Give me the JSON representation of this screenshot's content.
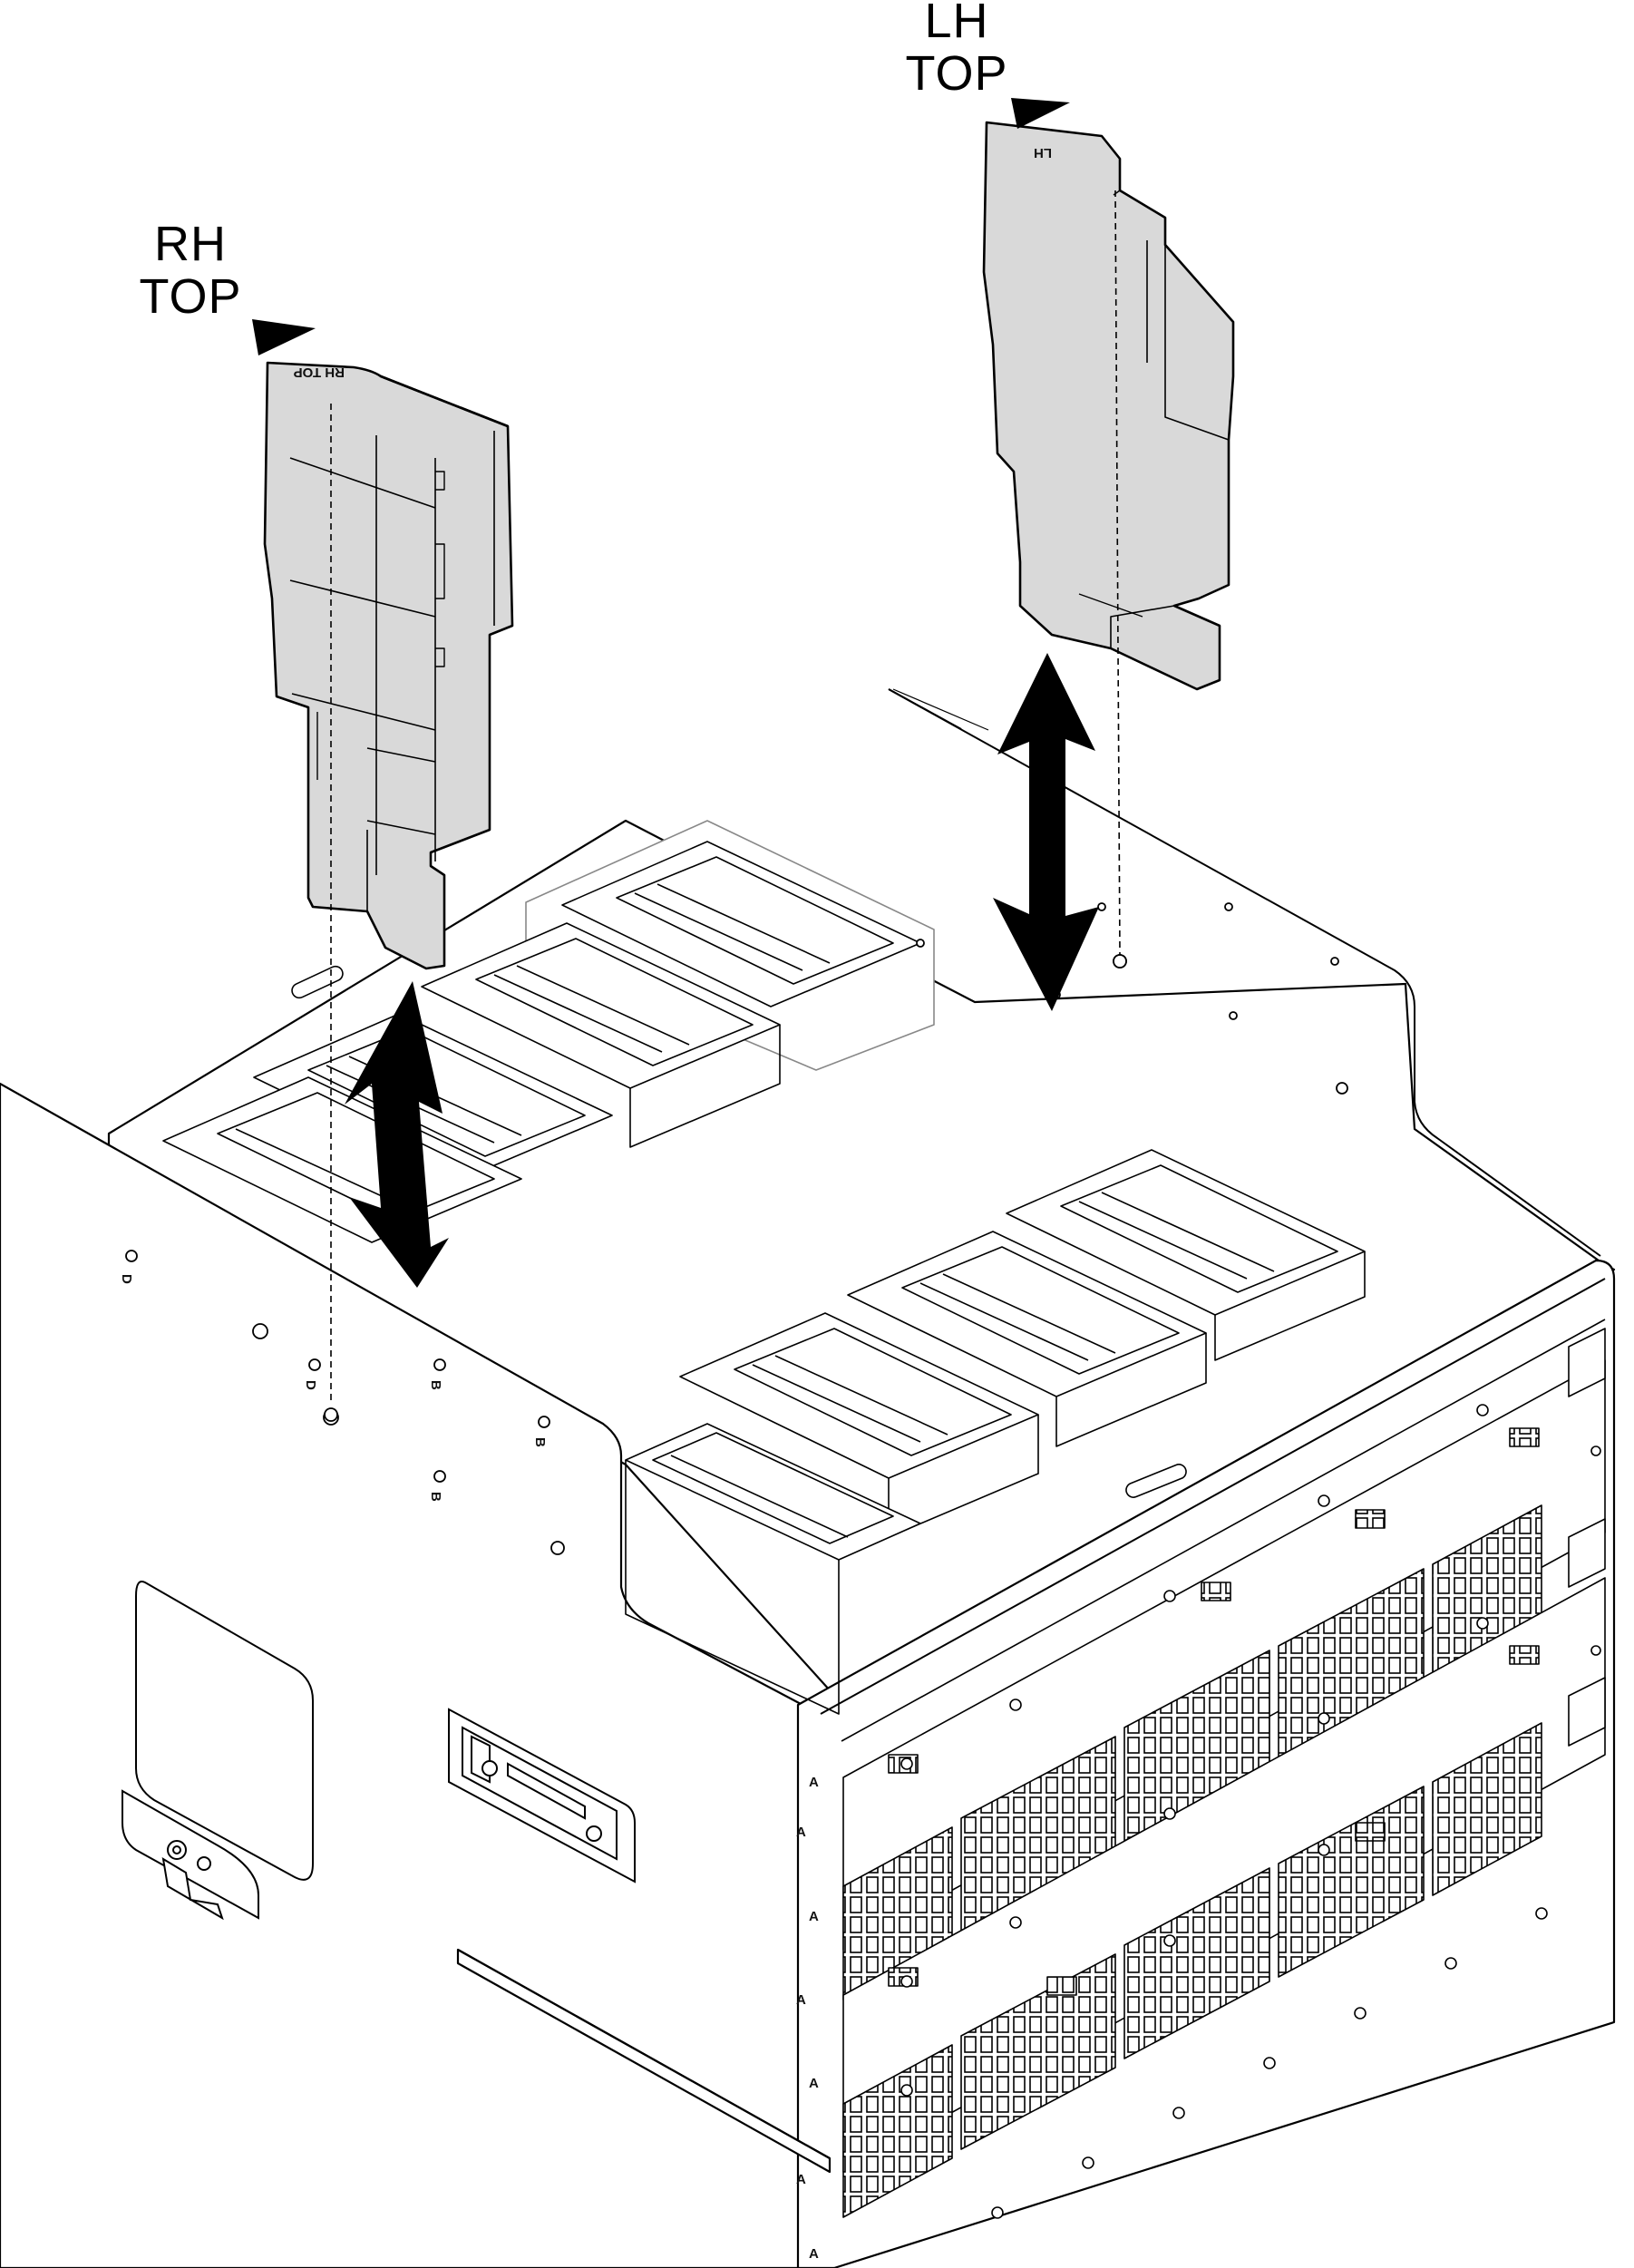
{
  "labels": {
    "rh_top": {
      "line1": "RH",
      "line2": "TOP"
    },
    "lh_top": {
      "line1": "LH",
      "line2": "TOP"
    },
    "rh_part_stamp": "RH TOP",
    "lh_part_stamp": "LH",
    "connector_marks": {
      "a": "A",
      "b": "B",
      "d": "D"
    }
  },
  "colors": {
    "part_fill": "#d9d9d9",
    "line": "#000000",
    "chassis_fill": "#ffffff",
    "arrow": "#000000"
  }
}
